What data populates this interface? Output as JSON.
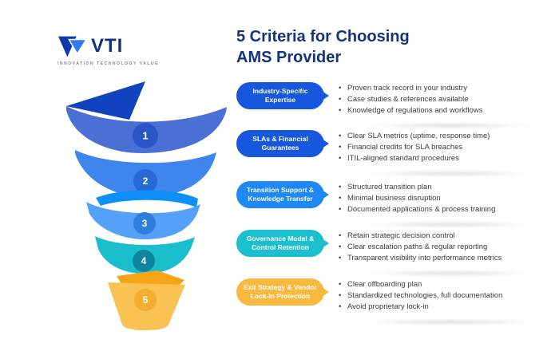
{
  "logo": {
    "name": "VTI",
    "tagline": "INNOVATION TECHNOLOGY VALUE",
    "icon": "vti-v-logo",
    "colors": {
      "dark": "#0E39AE",
      "light": "#2F7CF6",
      "text": "#15337E"
    }
  },
  "title": "5 Criteria for Choosing AMS Provider",
  "colors": {
    "title": "#14337F",
    "bullet_text": "#3D3D3D"
  },
  "funnel": {
    "layers": [
      {
        "number": "1",
        "band": "#4A70D6",
        "accent": "#1243BE",
        "circle": "#2A55C8"
      },
      {
        "number": "2",
        "band": "#3E85EE",
        "accent": "#3E85EE",
        "circle": "#2968D8"
      },
      {
        "number": "3",
        "band": "#55A0F8",
        "accent": "#0E8FFB",
        "circle": "#2F7DDC"
      },
      {
        "number": "4",
        "band": "#1ABECC",
        "accent": "#1ABECC",
        "circle": "#0F86A0"
      },
      {
        "number": "5",
        "band": "#F9C253",
        "accent": "#F6A518",
        "circle": "#F4AD2E"
      }
    ]
  },
  "criteria": [
    {
      "label": "Industry-Specific Expertise",
      "color": "#1657DE",
      "bullets": [
        "Proven track record in your industry",
        "Case studies & references available",
        "Knowledge of regulations and workflows"
      ]
    },
    {
      "label": "SLAs & Financial Guarantees",
      "color": "#1657DE",
      "bullets": [
        "Clear SLA metrics (uptime, response time)",
        "Financial credits for SLA breaches",
        "ITIL-aligned standard procedures"
      ]
    },
    {
      "label": "Transition Support & Knowledge Transfer",
      "color": "#1E88F7",
      "bullets": [
        "Structured transition plan",
        "Minimal business disruption",
        "Documented applications & process training"
      ]
    },
    {
      "label": "Governance Model & Control Retention",
      "color": "#1CBFCE",
      "bullets": [
        "Retain strategic decision control",
        "Clear escalation paths & regular reporting",
        "Transparent visibility into performance metrics"
      ]
    },
    {
      "label": "Exit Strategy & Vendor Lock-In Protection",
      "color": "#F9B93F",
      "bullets": [
        "Clear offboarding plan",
        "Standardized technologies, full documentation",
        "Avoid proprietary lock-in"
      ]
    }
  ]
}
